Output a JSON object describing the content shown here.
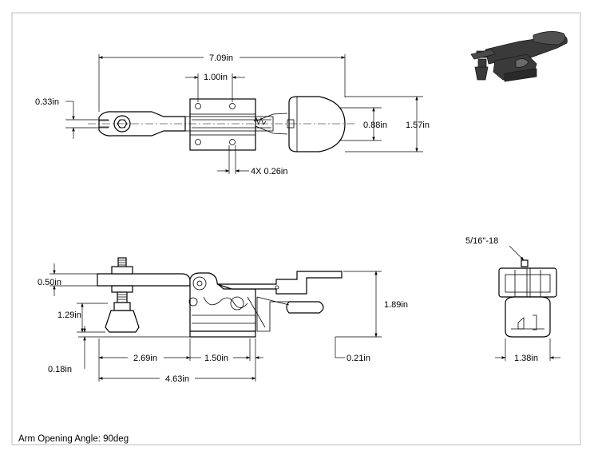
{
  "caption": "Arm Opening Angle: 90deg",
  "top_view": {
    "overall_length": "7.09in",
    "mount_spacing": "1.00in",
    "arm_offset": "0.33in",
    "base_width": "0.88in",
    "overall_width": "1.57in",
    "hole_dia": "4X 0.26in"
  },
  "side_view": {
    "spindle_height": "0.50in",
    "spindle_drop": "1.29in",
    "overall_height": "1.89in",
    "base_thickness": "0.18in",
    "reach": "2.69in",
    "base_length": "1.50in",
    "flange": "0.21in",
    "total_length": "4.63in"
  },
  "end_view": {
    "thread": "5/16\"-18",
    "width": "1.38in"
  },
  "colors": {
    "line": "#000000",
    "background": "#ffffff",
    "frame": "#bdbdbd",
    "photo": "#3a3a3a"
  }
}
